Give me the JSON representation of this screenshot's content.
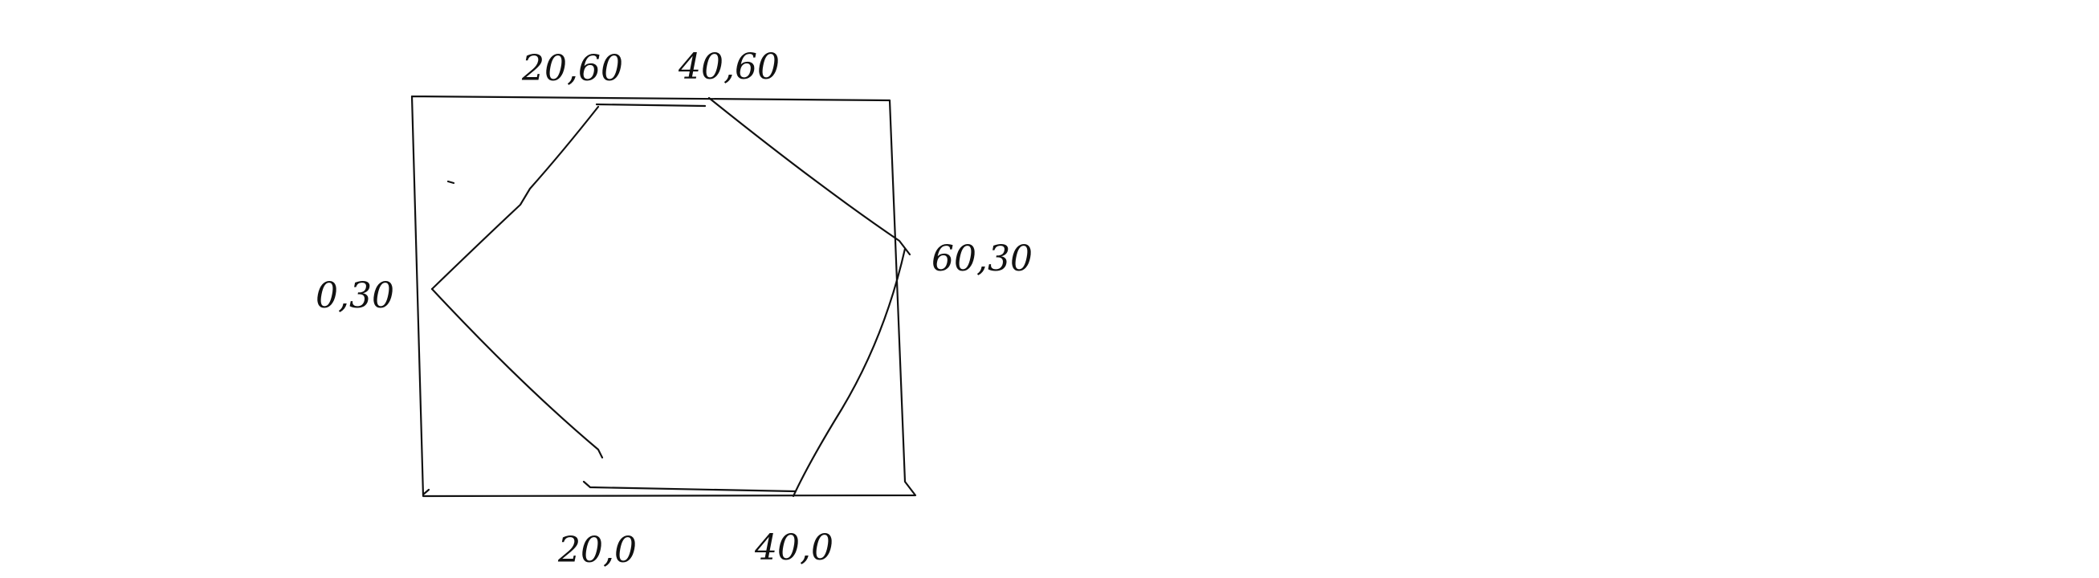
{
  "labels": {
    "top_left": "20,60",
    "top_right": "40,60",
    "left": "0,30",
    "right": "60,30",
    "bottom_left": "20,0",
    "bottom_right": "40,0"
  },
  "colors": {
    "background": "#ffffff",
    "ink": "#111111"
  }
}
